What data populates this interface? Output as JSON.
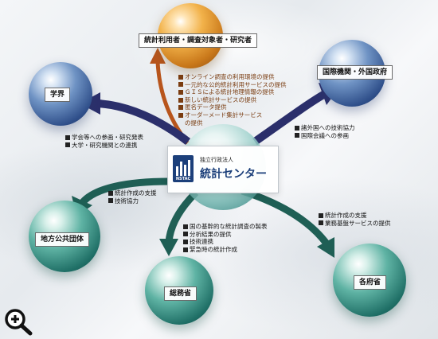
{
  "center": {
    "subtitle": "独立行政法人",
    "name": "統計センター",
    "logo_abbr": "NSTAC"
  },
  "nodes": {
    "users": {
      "label": "統計利用者・調査対象者・研究者",
      "items": [
        "オンライン調査の利用環境の提供",
        "一元的な公的統計利用サービスの提供",
        "ＧＩＳによる統計地理情報の提供",
        "新しい統計サービスの提供",
        "匿名データ提供",
        "オーダーメード集計サービス",
        "の提供"
      ]
    },
    "academia": {
      "label": "学界",
      "items": [
        "学会等への参画・研究発表",
        "大学・研究機関との連携"
      ]
    },
    "international": {
      "label": "国際機関・外国政府",
      "items": [
        "諸外国への技術協力",
        "国際会議への参画"
      ]
    },
    "local": {
      "label": "地方公共団体",
      "items": [
        "統計作成の支援",
        "技術協力"
      ]
    },
    "mic": {
      "label": "総務省",
      "items": [
        "国の基幹的な統計調査の製表",
        "分析結果の提供",
        "技術連携",
        "緊急時の統計作成"
      ]
    },
    "ministries": {
      "label": "各府省",
      "items": [
        "統計作成の支援",
        "業務基盤サービスの提供"
      ]
    }
  },
  "colors": {
    "orange_arrow": "#b8551c",
    "navy_arrow": "#2b2f6b",
    "teal_arrow": "#1f5f55",
    "orange_text": "#7a3c10"
  },
  "icons": {
    "zoom": "zoom-in-icon"
  }
}
